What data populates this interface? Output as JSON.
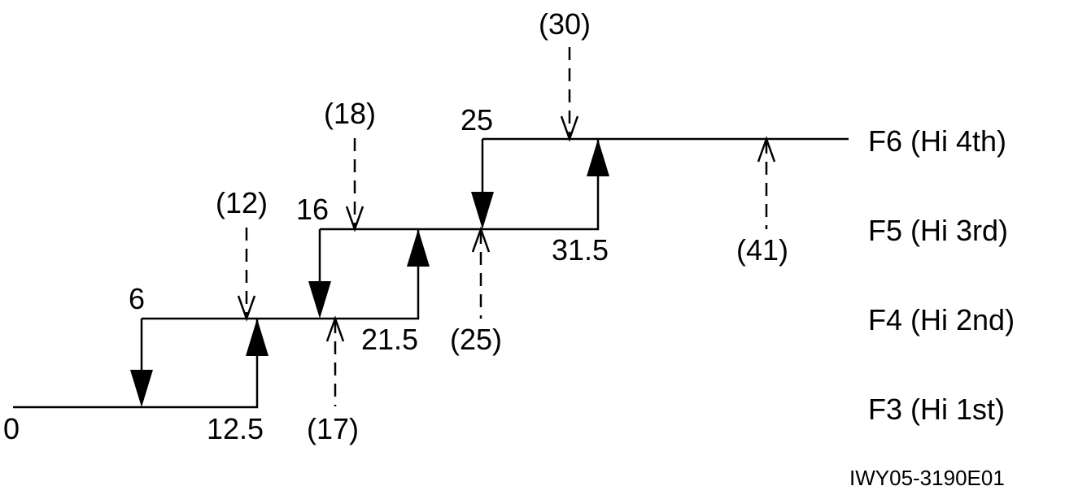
{
  "gear_labels": [
    "F3 (Hi 1st)",
    "F4 (Hi 2nd)",
    "F5 (Hi 3rd)",
    "F6 (Hi 4th)"
  ],
  "step_values": {
    "start": "0",
    "down_f4": "6",
    "up_f4": "12.5",
    "down_f5": "16",
    "up_f5": "21.5",
    "down_f6": "25",
    "up_f6": "31.5"
  },
  "bracket_values": {
    "down_f4": "(12)",
    "up_f4": "(17)",
    "down_f5": "(18)",
    "up_f5": "(25)",
    "down_f6": "(30)",
    "up_f6": "(41)"
  },
  "figure_code": "IWY05-3190E01"
}
